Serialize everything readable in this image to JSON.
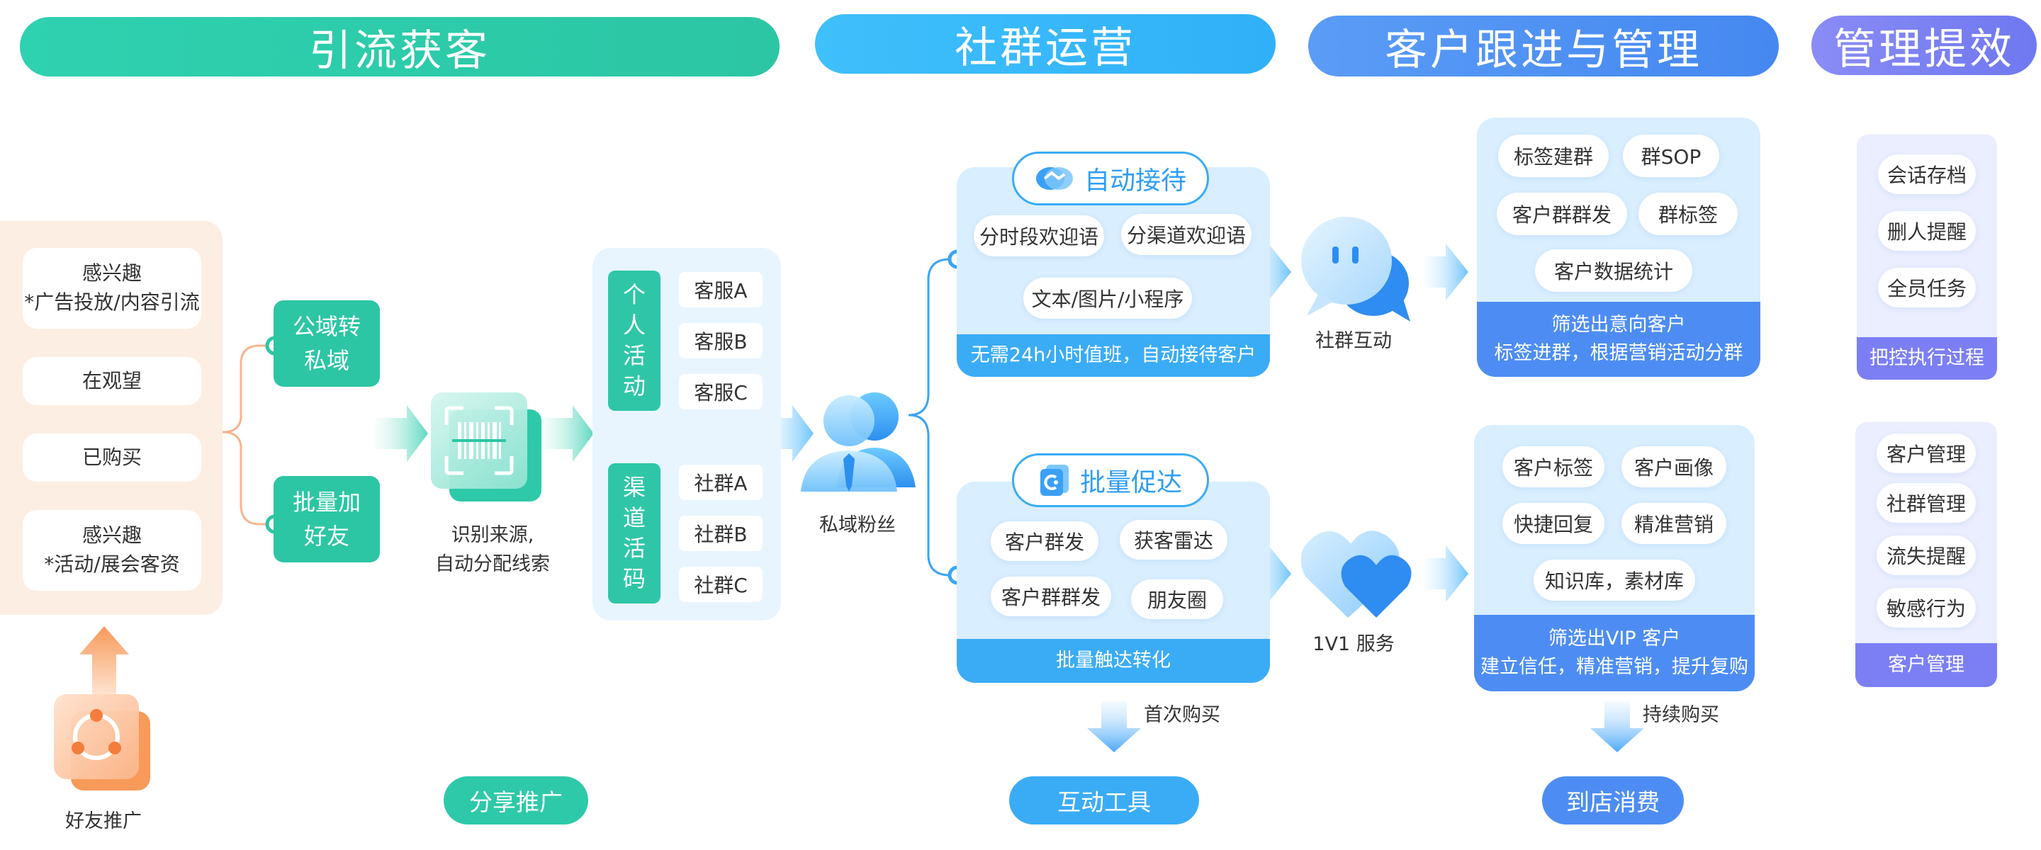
{
  "sections": {
    "acquire": "引流获客",
    "community": "社群运营",
    "follow": "客户跟进与管理",
    "efficiency": "管理提效"
  },
  "audience": {
    "item1": "感兴趣\n*广告投放/内容引流",
    "item2": "在观望",
    "item3": "已购买",
    "item4": "感兴趣\n*活动/展会客资"
  },
  "share": {
    "label": "好友推广",
    "bottom": "分享推广"
  },
  "convert": {
    "public": "公域转\n私域",
    "batch": "批量加\n好友"
  },
  "identify": {
    "label": "识别来源,\n自动分配线索"
  },
  "channels": {
    "personal_tab": "个\n人\n活\n动",
    "personal": [
      "客服A",
      "客服B",
      "客服C"
    ],
    "channel_tab": "渠\n道\n活\n码",
    "groups": [
      "社群A",
      "社群B",
      "社群C"
    ]
  },
  "fans": {
    "label": "私域粉丝"
  },
  "auto": {
    "title": "自动接待",
    "tags": [
      "分时段欢迎语",
      "分渠道欢迎语",
      "文本/图片/小程序"
    ],
    "footer": "无需24h小时值班，自动接待客户"
  },
  "promo": {
    "title": "批量促达",
    "tags": [
      "客户群发",
      "获客雷达",
      "客户群群发",
      "朋友圈"
    ],
    "footer": "批量触达转化"
  },
  "first_buy": "首次购买",
  "tools_bottom": "互动工具",
  "community_interact": "社群互动",
  "one_on_one": "1V1 服务",
  "group_mgmt": {
    "tags": [
      "标签建群",
      "群SOP",
      "客户群群发",
      "群标签",
      "客户数据统计"
    ],
    "footer": "筛选出意向客户\n标签进群，根据营销活动分群"
  },
  "vip_mgmt": {
    "tags": [
      "客户标签",
      "客户画像",
      "快捷回复",
      "精准营销",
      "知识库，素材库"
    ],
    "footer": "筛选出VIP 客户\n建立信任，精准营销，提升复购"
  },
  "repeat_buy": "持续购买",
  "store_bottom": "到店消费",
  "control": {
    "items": [
      "会话存档",
      "删人提醒",
      "全员任务"
    ],
    "footer": "把控执行过程"
  },
  "cust_mgmt": {
    "items": [
      "客户管理",
      "社群管理",
      "流失提醒",
      "敏感行为"
    ],
    "footer": "客户管理"
  },
  "colors": {
    "green": "#2ecfae",
    "sky": "#38b6fb",
    "blue": "#4d8df3",
    "purple": "#7c7ff4",
    "peach": "#fdeee3",
    "orange": "#f89a5a"
  }
}
